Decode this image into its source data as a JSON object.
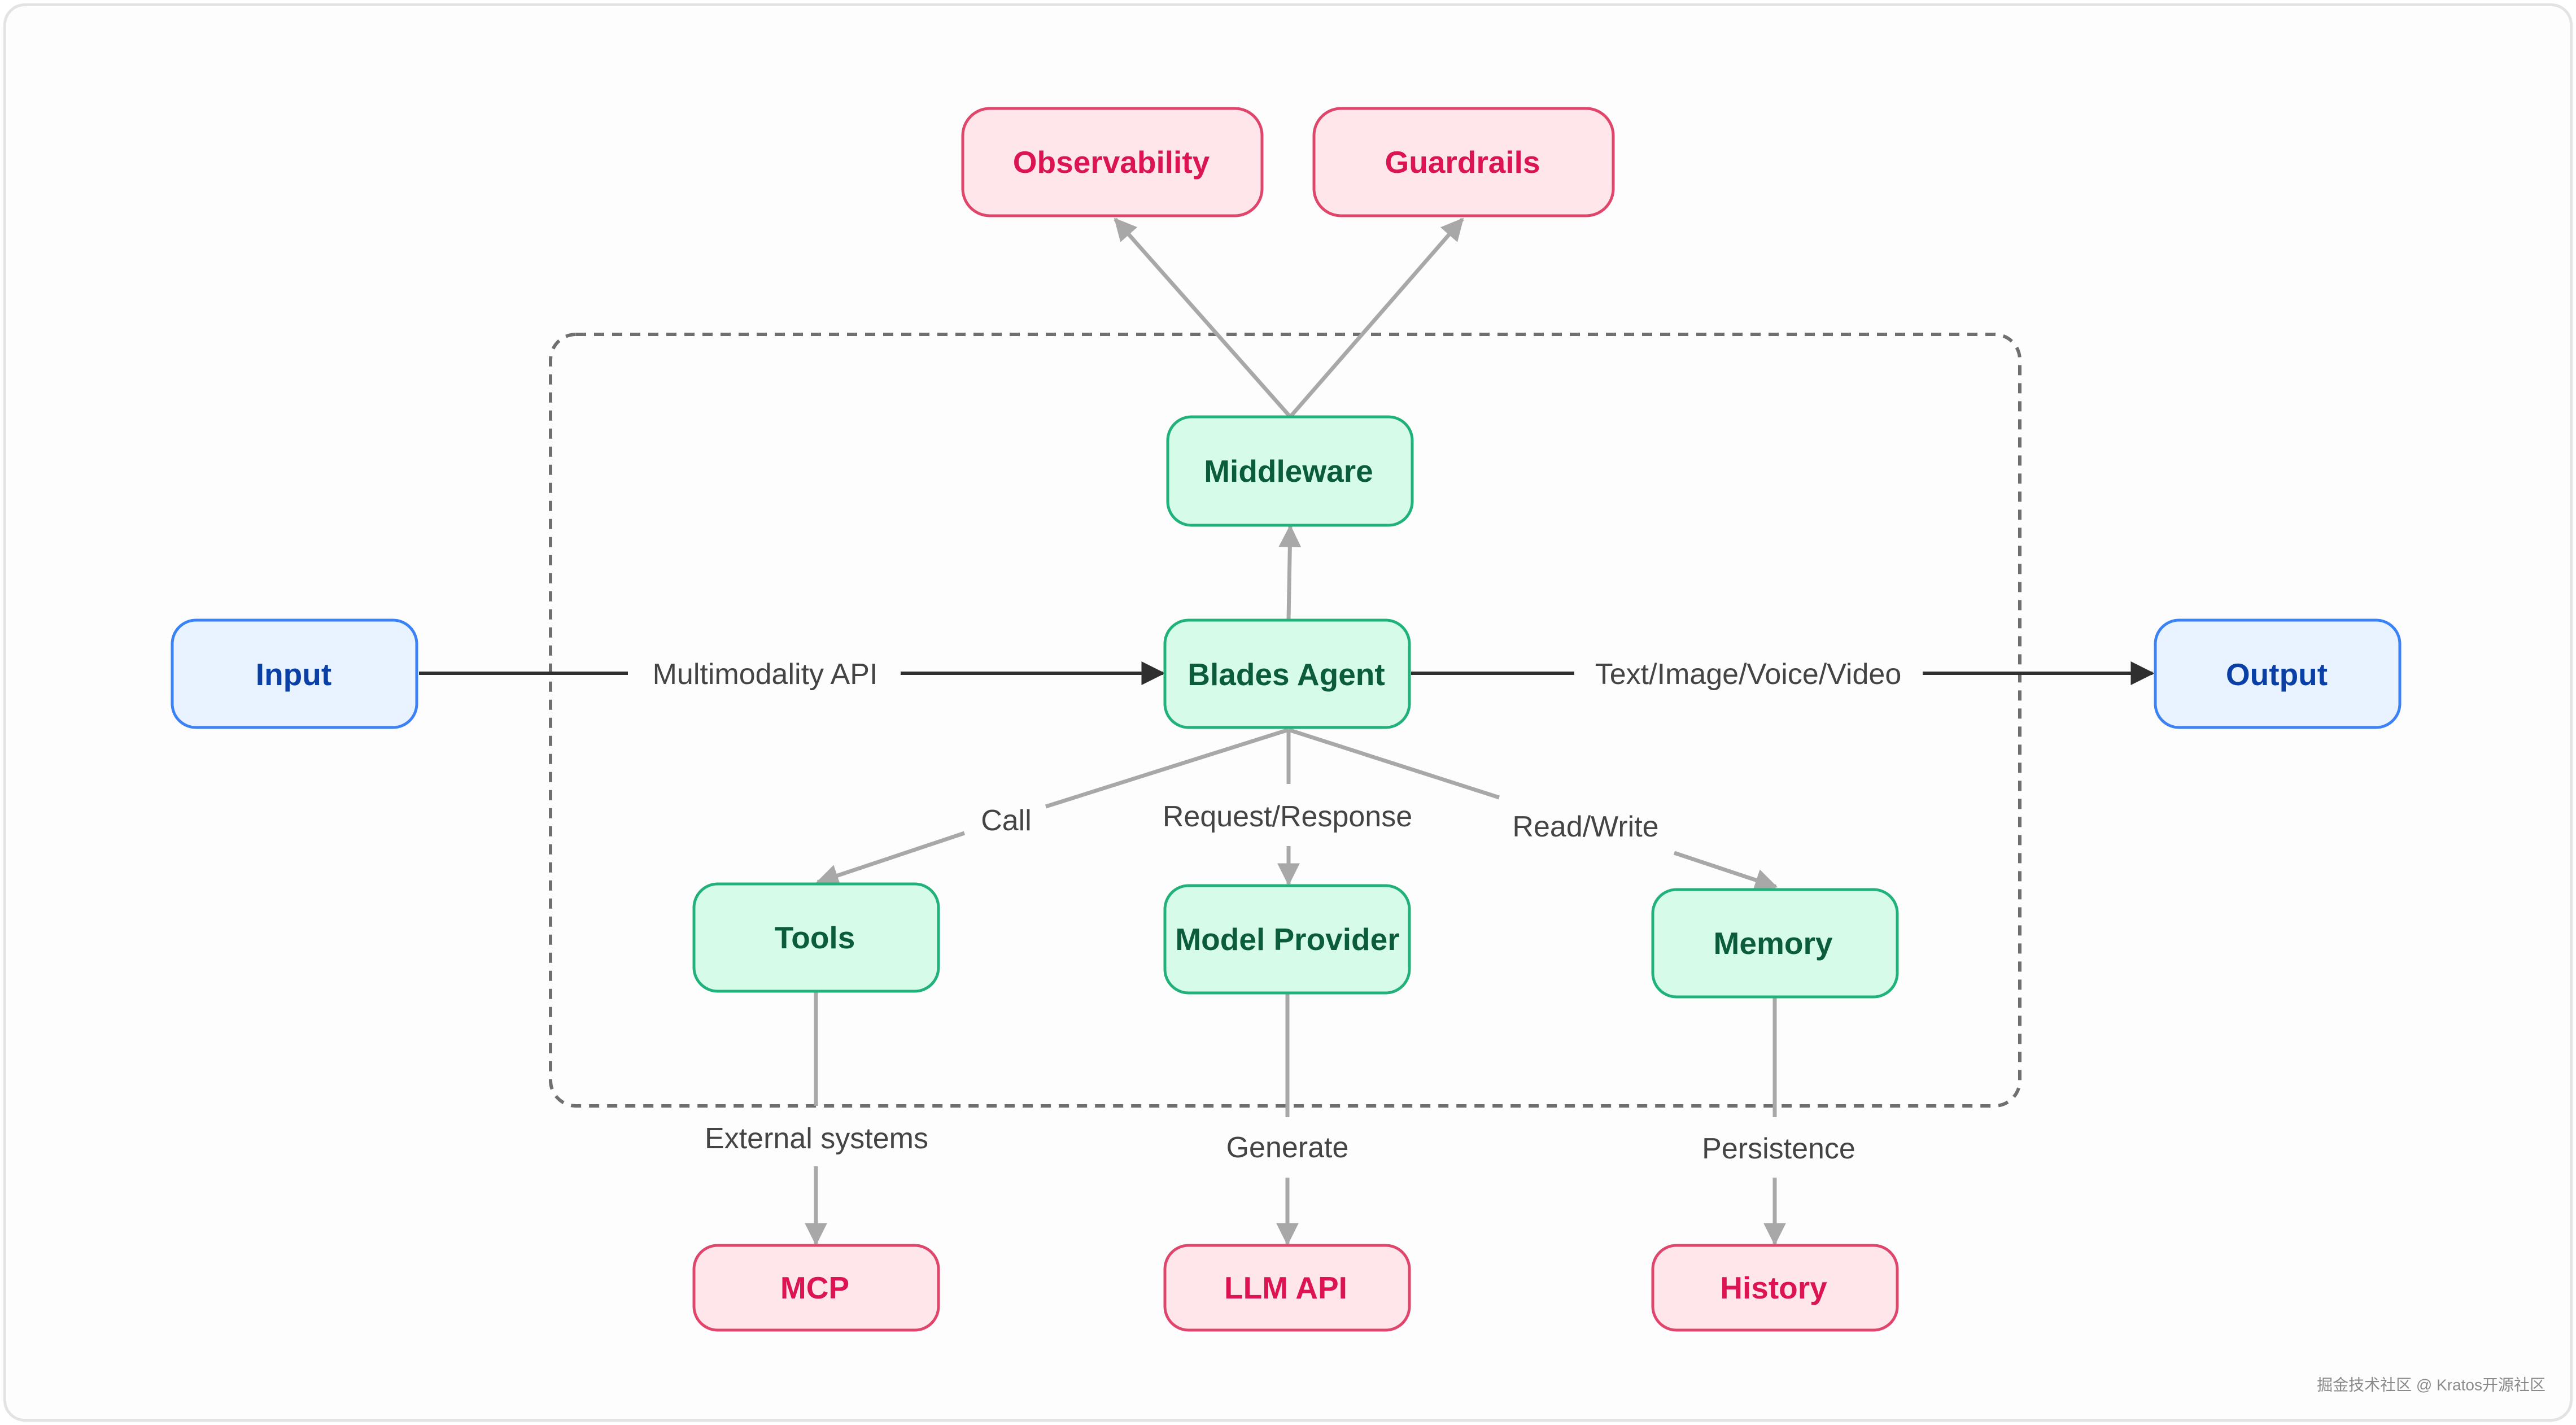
{
  "nodes": {
    "observability": "Observability",
    "guardrails": "Guardrails",
    "middleware": "Middleware",
    "input": "Input",
    "blades_agent": "Blades Agent",
    "output": "Output",
    "tools": "Tools",
    "model_provider": "Model Provider",
    "memory": "Memory",
    "mcp": "MCP",
    "llm_api": "LLM API",
    "history": "History"
  },
  "edges": {
    "multimodality_api": "Multimodality API",
    "text_image_voice_video": "Text/Image/Voice/Video",
    "call": "Call",
    "request_response": "Request/Response",
    "read_write": "Read/Write",
    "external_systems": "External systems",
    "generate": "Generate",
    "persistence": "Persistence"
  },
  "watermark": "掘金技术社区 @ Kratos开源社区",
  "colors": {
    "blue_fill": "#e8f3ff",
    "blue_stroke": "#3b82f6",
    "blue_text": "#0a3fa6",
    "green_fill": "#d6fbe9",
    "green_stroke": "#20b27a",
    "green_text": "#0a5c3b",
    "pink_fill": "#ffe6ea",
    "pink_stroke": "#e0466b",
    "pink_text": "#dc1454",
    "gray_arrow": "#a8a8a8",
    "dark_arrow": "#2f2f2f",
    "boundary": "#6f6f6f"
  }
}
